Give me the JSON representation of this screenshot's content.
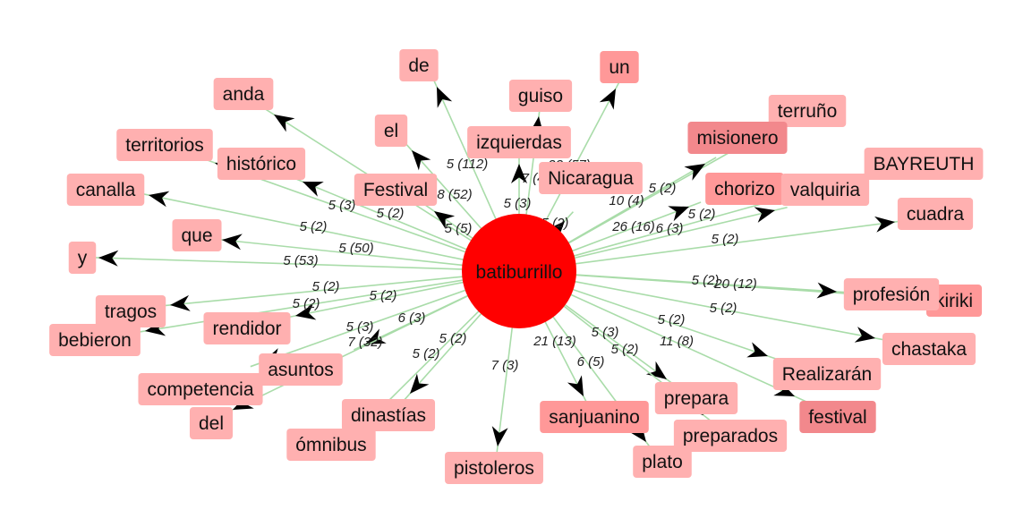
{
  "colors": {
    "center": "#ff0000",
    "node_light": "#ffb0b0",
    "node_mid": "#ff9898",
    "node_dark": "#f2888c",
    "edge": "#a9dca9",
    "arrow": "#000000"
  },
  "center": {
    "label": "batiburrillo"
  },
  "nodes": [
    {
      "id": "de",
      "label": "de",
      "shade": "light"
    },
    {
      "id": "un",
      "label": "un",
      "shade": "mid"
    },
    {
      "id": "guiso",
      "label": "guiso",
      "shade": "light"
    },
    {
      "id": "anda",
      "label": "anda",
      "shade": "light"
    },
    {
      "id": "el",
      "label": "el",
      "shade": "light"
    },
    {
      "id": "izquierdas",
      "label": "izquierdas",
      "shade": "light"
    },
    {
      "id": "terruno",
      "label": "terruño",
      "shade": "light"
    },
    {
      "id": "misionero",
      "label": "misionero",
      "shade": "dark"
    },
    {
      "id": "territorios",
      "label": "territorios",
      "shade": "light"
    },
    {
      "id": "historico",
      "label": "histórico",
      "shade": "light"
    },
    {
      "id": "bayreuth",
      "label": "BAYREUTH",
      "shade": "light"
    },
    {
      "id": "nicaragua",
      "label": "Nicaragua",
      "shade": "light"
    },
    {
      "id": "festival_cap",
      "label": "Festival",
      "shade": "light"
    },
    {
      "id": "chorizo",
      "label": "chorizo",
      "shade": "mid"
    },
    {
      "id": "valquiria",
      "label": "valquiria",
      "shade": "light"
    },
    {
      "id": "canalla",
      "label": "canalla",
      "shade": "light"
    },
    {
      "id": "cuadra",
      "label": "cuadra",
      "shade": "light"
    },
    {
      "id": "que",
      "label": "que",
      "shade": "light"
    },
    {
      "id": "y",
      "label": "y",
      "shade": "light"
    },
    {
      "id": "kiriki",
      "label": "kiriki",
      "shade": "mid"
    },
    {
      "id": "profesion",
      "label": "profesión",
      "shade": "light"
    },
    {
      "id": "tragos",
      "label": "tragos",
      "shade": "light"
    },
    {
      "id": "rendidor",
      "label": "rendidor",
      "shade": "light"
    },
    {
      "id": "bebieron",
      "label": "bebieron",
      "shade": "light"
    },
    {
      "id": "chastaka",
      "label": "chastaka",
      "shade": "light"
    },
    {
      "id": "asuntos",
      "label": "asuntos",
      "shade": "light"
    },
    {
      "id": "realizaran",
      "label": "Realizarán",
      "shade": "light"
    },
    {
      "id": "competencia",
      "label": "competencia",
      "shade": "light"
    },
    {
      "id": "del",
      "label": "del",
      "shade": "light"
    },
    {
      "id": "prepara",
      "label": "prepara",
      "shade": "light"
    },
    {
      "id": "festival",
      "label": "festival",
      "shade": "dark"
    },
    {
      "id": "dinastias",
      "label": "dinastías",
      "shade": "light"
    },
    {
      "id": "sanjuanino",
      "label": "sanjuanino",
      "shade": "mid"
    },
    {
      "id": "preparados",
      "label": "preparados",
      "shade": "light"
    },
    {
      "id": "omnibus",
      "label": "ómnibus",
      "shade": "light"
    },
    {
      "id": "plato",
      "label": "plato",
      "shade": "light"
    },
    {
      "id": "pistoleros",
      "label": "pistoleros",
      "shade": "light"
    }
  ],
  "edges": [
    {
      "to": "de",
      "label": "5 (112)"
    },
    {
      "to": "un",
      "label": "23 (57)"
    },
    {
      "to": "guiso",
      "label": "7 (4)"
    },
    {
      "to": "anda",
      "label": "5 (3)"
    },
    {
      "to": "el",
      "label": "8 (52)"
    },
    {
      "to": "izquierdas",
      "label": "5 (3)"
    },
    {
      "to": "terruno",
      "label": "5 (2)"
    },
    {
      "to": "misionero",
      "label": "10 (4)"
    },
    {
      "to": "territorios",
      "label": "5 (2)"
    },
    {
      "to": "historico",
      "label": "5 (2)"
    },
    {
      "to": "bayreuth",
      "label": "5 (2)"
    },
    {
      "to": "nicaragua",
      "label": "5 (2)"
    },
    {
      "to": "festival_cap",
      "label": "5 (5)"
    },
    {
      "to": "chorizo",
      "label": "26 (16)"
    },
    {
      "to": "valquiria",
      "label": "6 (3)"
    },
    {
      "to": "canalla",
      "label": "5 (2)"
    },
    {
      "to": "cuadra",
      "label": "5 (2)"
    },
    {
      "to": "que",
      "label": "5 (50)"
    },
    {
      "to": "y",
      "label": "5 (53)"
    },
    {
      "to": "kiriki",
      "label": "20 (12)"
    },
    {
      "to": "profesion",
      "label": "5 (2)"
    },
    {
      "to": "tragos",
      "label": "5 (2)"
    },
    {
      "to": "rendidor",
      "label": "5 (2)"
    },
    {
      "to": "bebieron",
      "label": "5 (2)"
    },
    {
      "to": "chastaka",
      "label": "5 (2)"
    },
    {
      "to": "asuntos",
      "label": "5 (3)"
    },
    {
      "to": "realizaran",
      "label": "5 (2)"
    },
    {
      "to": "competencia",
      "label": "7 (32)"
    },
    {
      "to": "del",
      "label": "6 (3)"
    },
    {
      "to": "prepara",
      "label": "5 (3)"
    },
    {
      "to": "festival",
      "label": "11 (8)"
    },
    {
      "to": "dinastias",
      "label": "5 (2)"
    },
    {
      "to": "sanjuanino",
      "label": "21 (13)"
    },
    {
      "to": "preparados",
      "label": "5 (2)"
    },
    {
      "to": "omnibus",
      "label": "5 (2)"
    },
    {
      "to": "plato",
      "label": "6 (5)"
    },
    {
      "to": "pistoleros",
      "label": "7 (3)"
    }
  ]
}
